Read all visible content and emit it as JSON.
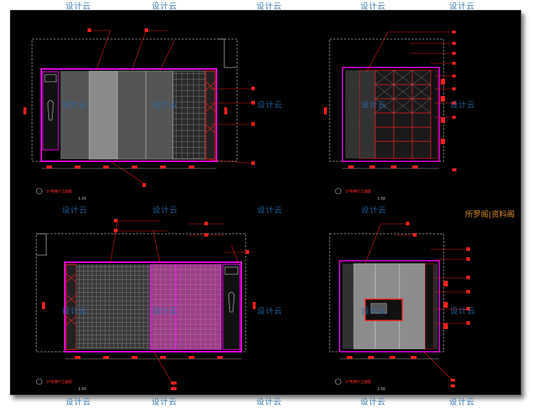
{
  "watermarks": {
    "text": "设计云",
    "brand": "所罗阁|资料阁"
  },
  "drawings": [
    {
      "caption": "1F电梯厅立面图",
      "scale": "1:50"
    },
    {
      "caption": "1F电梯厅立面图",
      "scale": "1:50"
    },
    {
      "caption": "1F电梯厅立面图",
      "scale": "1:50"
    },
    {
      "caption": "1F电梯厅立面图",
      "scale": "1:50"
    }
  ],
  "colors": {
    "background": "#000000",
    "wall": "#ff00ff",
    "annotation": "#ff2020",
    "line": "#cfcfcf",
    "panel": "#8a8a8a",
    "watermark": "#2a6aa8",
    "brand": "#d98a2a"
  }
}
